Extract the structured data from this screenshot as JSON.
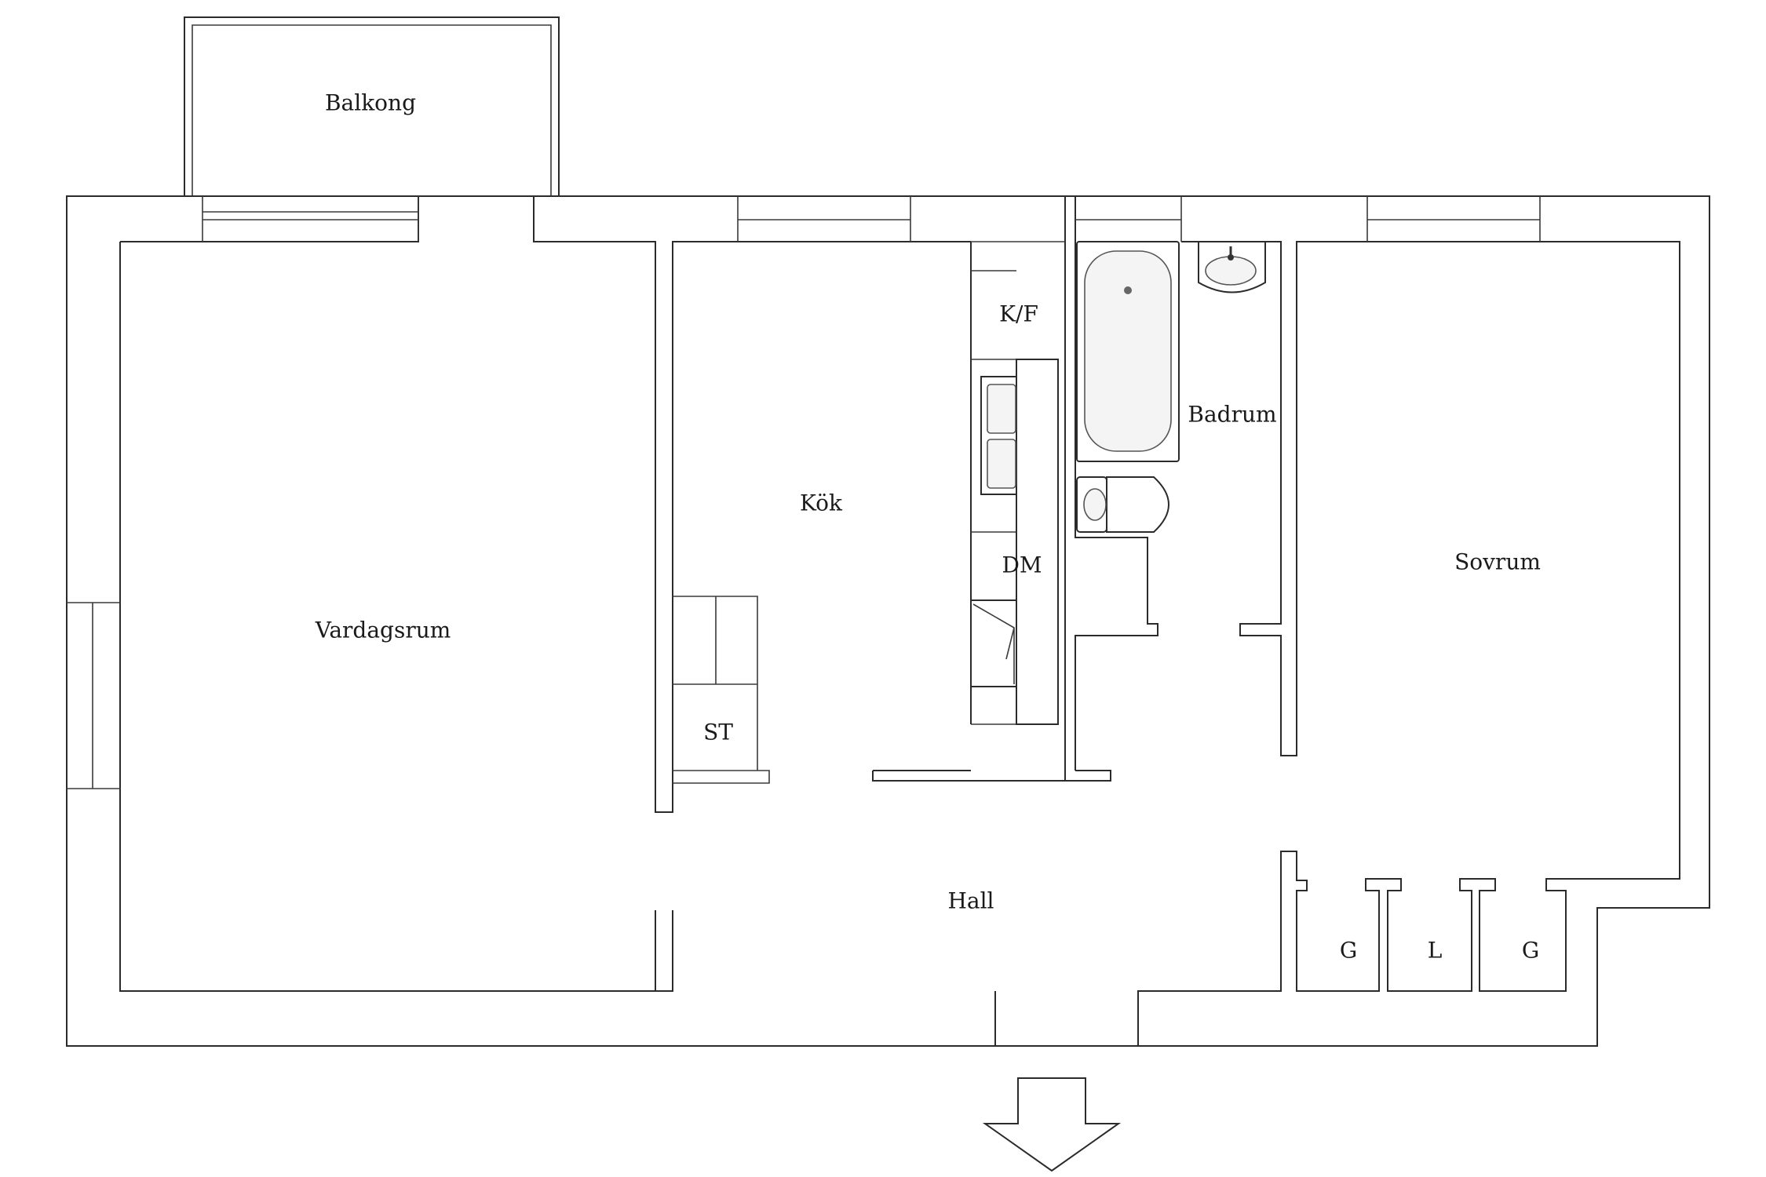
{
  "rooms": {
    "balkong": "Balkong",
    "vardagsrum": "Vardagsrum",
    "kok": "Kök",
    "kf": "K/F",
    "dm": "DM",
    "st": "ST",
    "badrum": "Badrum",
    "sovrum": "Sovrum",
    "hall": "Hall",
    "closet_g1": "G",
    "closet_l": "L",
    "closet_g2": "G"
  },
  "icons": {
    "entrance": "entrance-arrow-icon",
    "bathtub": "bathtub-icon",
    "toilet": "toilet-icon",
    "washbasin": "washbasin-icon",
    "sink": "kitchen-sink-icon",
    "dishwasher": "dishwasher-icon",
    "fridge": "fridge-freezer-icon"
  },
  "colors": {
    "line": "#2b2b2b",
    "background": "#ffffff"
  }
}
